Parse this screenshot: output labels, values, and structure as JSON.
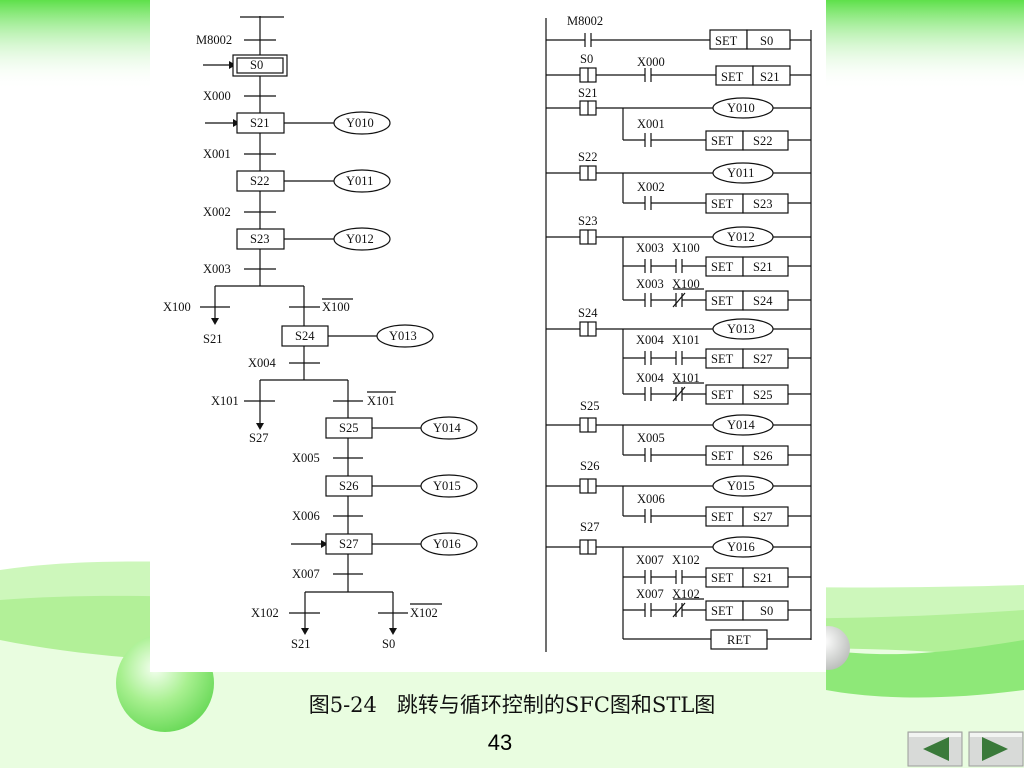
{
  "slide": {
    "caption": "图5-24   跳转与循环控制的SFC图和STL图",
    "page_number": "43",
    "colors": {
      "accent_green": "#66dd55",
      "light_green": "#c8f6b4",
      "nav_gray": "#d8dad8",
      "nav_arrow": "#3a7a3a"
    }
  },
  "navigation": {
    "prev_icon": "triangle-left-icon",
    "next_icon": "triangle-right-icon"
  },
  "sfc": {
    "top_contact": "M8002",
    "initial_step": "S0",
    "steps": [
      "S21",
      "S22",
      "S23",
      "S24",
      "S25",
      "S26",
      "S27"
    ],
    "transitions": [
      "X000",
      "X001",
      "X002",
      "X003",
      "X004",
      "X005",
      "X006",
      "X007"
    ],
    "outputs": [
      "Y010",
      "Y011",
      "Y012",
      "Y013",
      "Y014",
      "Y015",
      "Y016"
    ],
    "branches": {
      "x100": "X100",
      "x100_target": "S21",
      "x100_not": "X100",
      "x101": "X101",
      "x101_target": "S27",
      "x101_not": "X101",
      "x102": "X102",
      "x102_target": "S21",
      "x102_not": "X102",
      "x102_not_target": "S0"
    }
  },
  "stl": {
    "m8002": "M8002",
    "set_label": "SET",
    "ret_label": "RET",
    "stl_contacts": [
      "S0",
      "S21",
      "S22",
      "S23",
      "S24",
      "S25",
      "S26",
      "S27"
    ],
    "contacts": {
      "x000": "X000",
      "x001": "X001",
      "x002": "X002",
      "x003a": "X003",
      "x100a": "X100",
      "x003b": "X003",
      "x100b": "X100",
      "x004a": "X004",
      "x101a": "X101",
      "x004b": "X004",
      "x101b": "X101",
      "x005": "X005",
      "x006": "X006",
      "x007a": "X007",
      "x102a": "X102",
      "x007b": "X007",
      "x102b": "X102"
    },
    "set_targets": [
      "S0",
      "S21",
      "S22",
      "S23",
      "S21",
      "S24",
      "S27",
      "S25",
      "S26",
      "S27",
      "S21",
      "S0"
    ],
    "coils": [
      "Y010",
      "Y011",
      "Y012",
      "Y013",
      "Y014",
      "Y015",
      "Y016"
    ]
  }
}
